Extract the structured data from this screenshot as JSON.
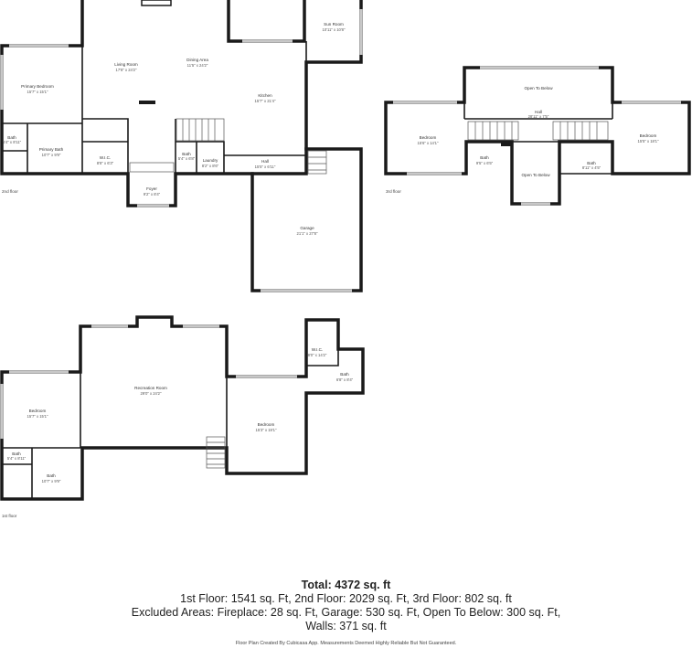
{
  "floors": {
    "second": {
      "label": "2nd floor",
      "rooms": [
        {
          "name": "Living Room",
          "dim": "17'8\" x 24'2\""
        },
        {
          "name": "Dining Area",
          "dim": "11'5\" x 24'2\""
        },
        {
          "name": "Sun Room",
          "dim": "10'11\" x 10'8\""
        },
        {
          "name": "Primary Bedroom",
          "dim": "15'7\" x 15'1\""
        },
        {
          "name": "Kitchen",
          "dim": "15'7\" x 21'4\""
        },
        {
          "name": "Bath",
          "dim": "5'4\" x 8'11\""
        },
        {
          "name": "Primary Bath",
          "dim": "10'7\" x 9'9\""
        },
        {
          "name": "W.I.C.",
          "dim": "8'8\" x 6'3\""
        },
        {
          "name": "Bath",
          "dim": "5'4\" x 6'8\""
        },
        {
          "name": "Laundry",
          "dim": "8'2\" x 8'6\""
        },
        {
          "name": "Hall",
          "dim": "15'5\" x 6'11\""
        },
        {
          "name": "Foyer",
          "dim": "9'2\" x 8'4\""
        },
        {
          "name": "Garage",
          "dim": "21'1\" x 27'8\""
        }
      ]
    },
    "third": {
      "label": "3rd floor",
      "rooms": [
        {
          "name": "Open To Below",
          "dim": ""
        },
        {
          "name": "Hall",
          "dim": "28'11\" x 7'5\""
        },
        {
          "name": "Bedroom",
          "dim": "15'6\" x 14'1\""
        },
        {
          "name": "Bedroom",
          "dim": "15'5\" x 18'1\""
        },
        {
          "name": "Bath",
          "dim": "9'5\" x 6'5\""
        },
        {
          "name": "Open To Below",
          "dim": ""
        },
        {
          "name": "Bath",
          "dim": "8'11\" x 4'5\""
        }
      ]
    },
    "first": {
      "label": "1st floor",
      "rooms": [
        {
          "name": "Recreation Room",
          "dim": "29'0\" x 24'2\""
        },
        {
          "name": "W.I.C.",
          "dim": "8'0\" x 14'2\""
        },
        {
          "name": "Bath",
          "dim": "6'8\" x 8'4\""
        },
        {
          "name": "Bedroom",
          "dim": "15'7\" x 15'1\""
        },
        {
          "name": "Bedroom",
          "dim": "15'3\" x 19'1\""
        },
        {
          "name": "Bath",
          "dim": "5'4\" x 8'11\""
        },
        {
          "name": "Bath",
          "dim": "10'7\" x 9'9\""
        }
      ]
    }
  },
  "summary": {
    "total": "Total: 4372 sq. ft",
    "line1": "1st Floor: 1541 sq. Ft, 2nd Floor: 2029 sq. Ft, 3rd Floor: 802 sq. ft",
    "line2": "Excluded Areas: Fireplace: 28 sq. Ft, Garage: 530 sq. Ft, Open To Below: 300 sq. Ft,",
    "line3": "Walls: 371 sq. ft",
    "credit": "Floor Plan Created By Cubicasa App. Measurements Deemed Highly Reliable But Not Guaranteed."
  }
}
